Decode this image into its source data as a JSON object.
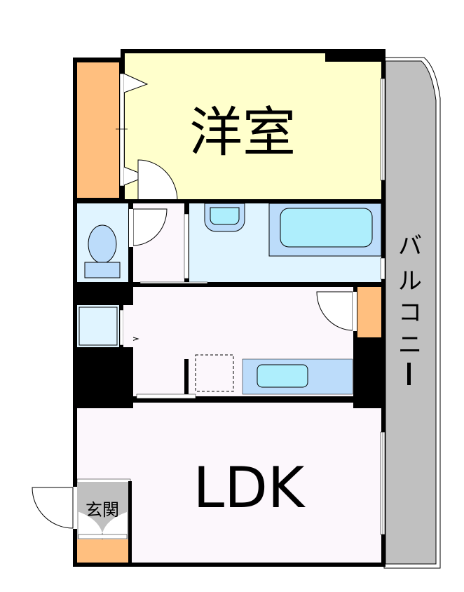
{
  "floor_plan": {
    "rooms": {
      "western_room": {
        "label": "洋室",
        "color": "#FFFFCC"
      },
      "ldk": {
        "label": "LDK",
        "color": "#FCF7FC"
      },
      "entrance": {
        "label": "玄関",
        "color": "#C0C0C0"
      },
      "balcony": {
        "label": "バルコニー",
        "chars": [
          "バ",
          "ル",
          "コ",
          "ニ",
          "ー"
        ],
        "color": "#C0C0C0"
      },
      "bathroom": {
        "color": "#E0F4FF"
      },
      "toilet": {
        "color": "#E0F4FF"
      },
      "hallway": {
        "color": "#FCF7FC"
      },
      "kitchen_corridor": {
        "color": "#FCF7FC"
      }
    },
    "fixtures": [
      "closet",
      "toilet",
      "washbasin",
      "bathtub",
      "washing-machine-space",
      "kitchen-sink",
      "refrigerator-space",
      "shoe-cabinet",
      "storage"
    ],
    "colors": {
      "wall": "#000000",
      "storage": "#FFBF7F",
      "fixture_blue": "#BCDCFA",
      "water_cyan": "#AEEEFC",
      "balcony_gray": "#C0C0C0"
    }
  }
}
